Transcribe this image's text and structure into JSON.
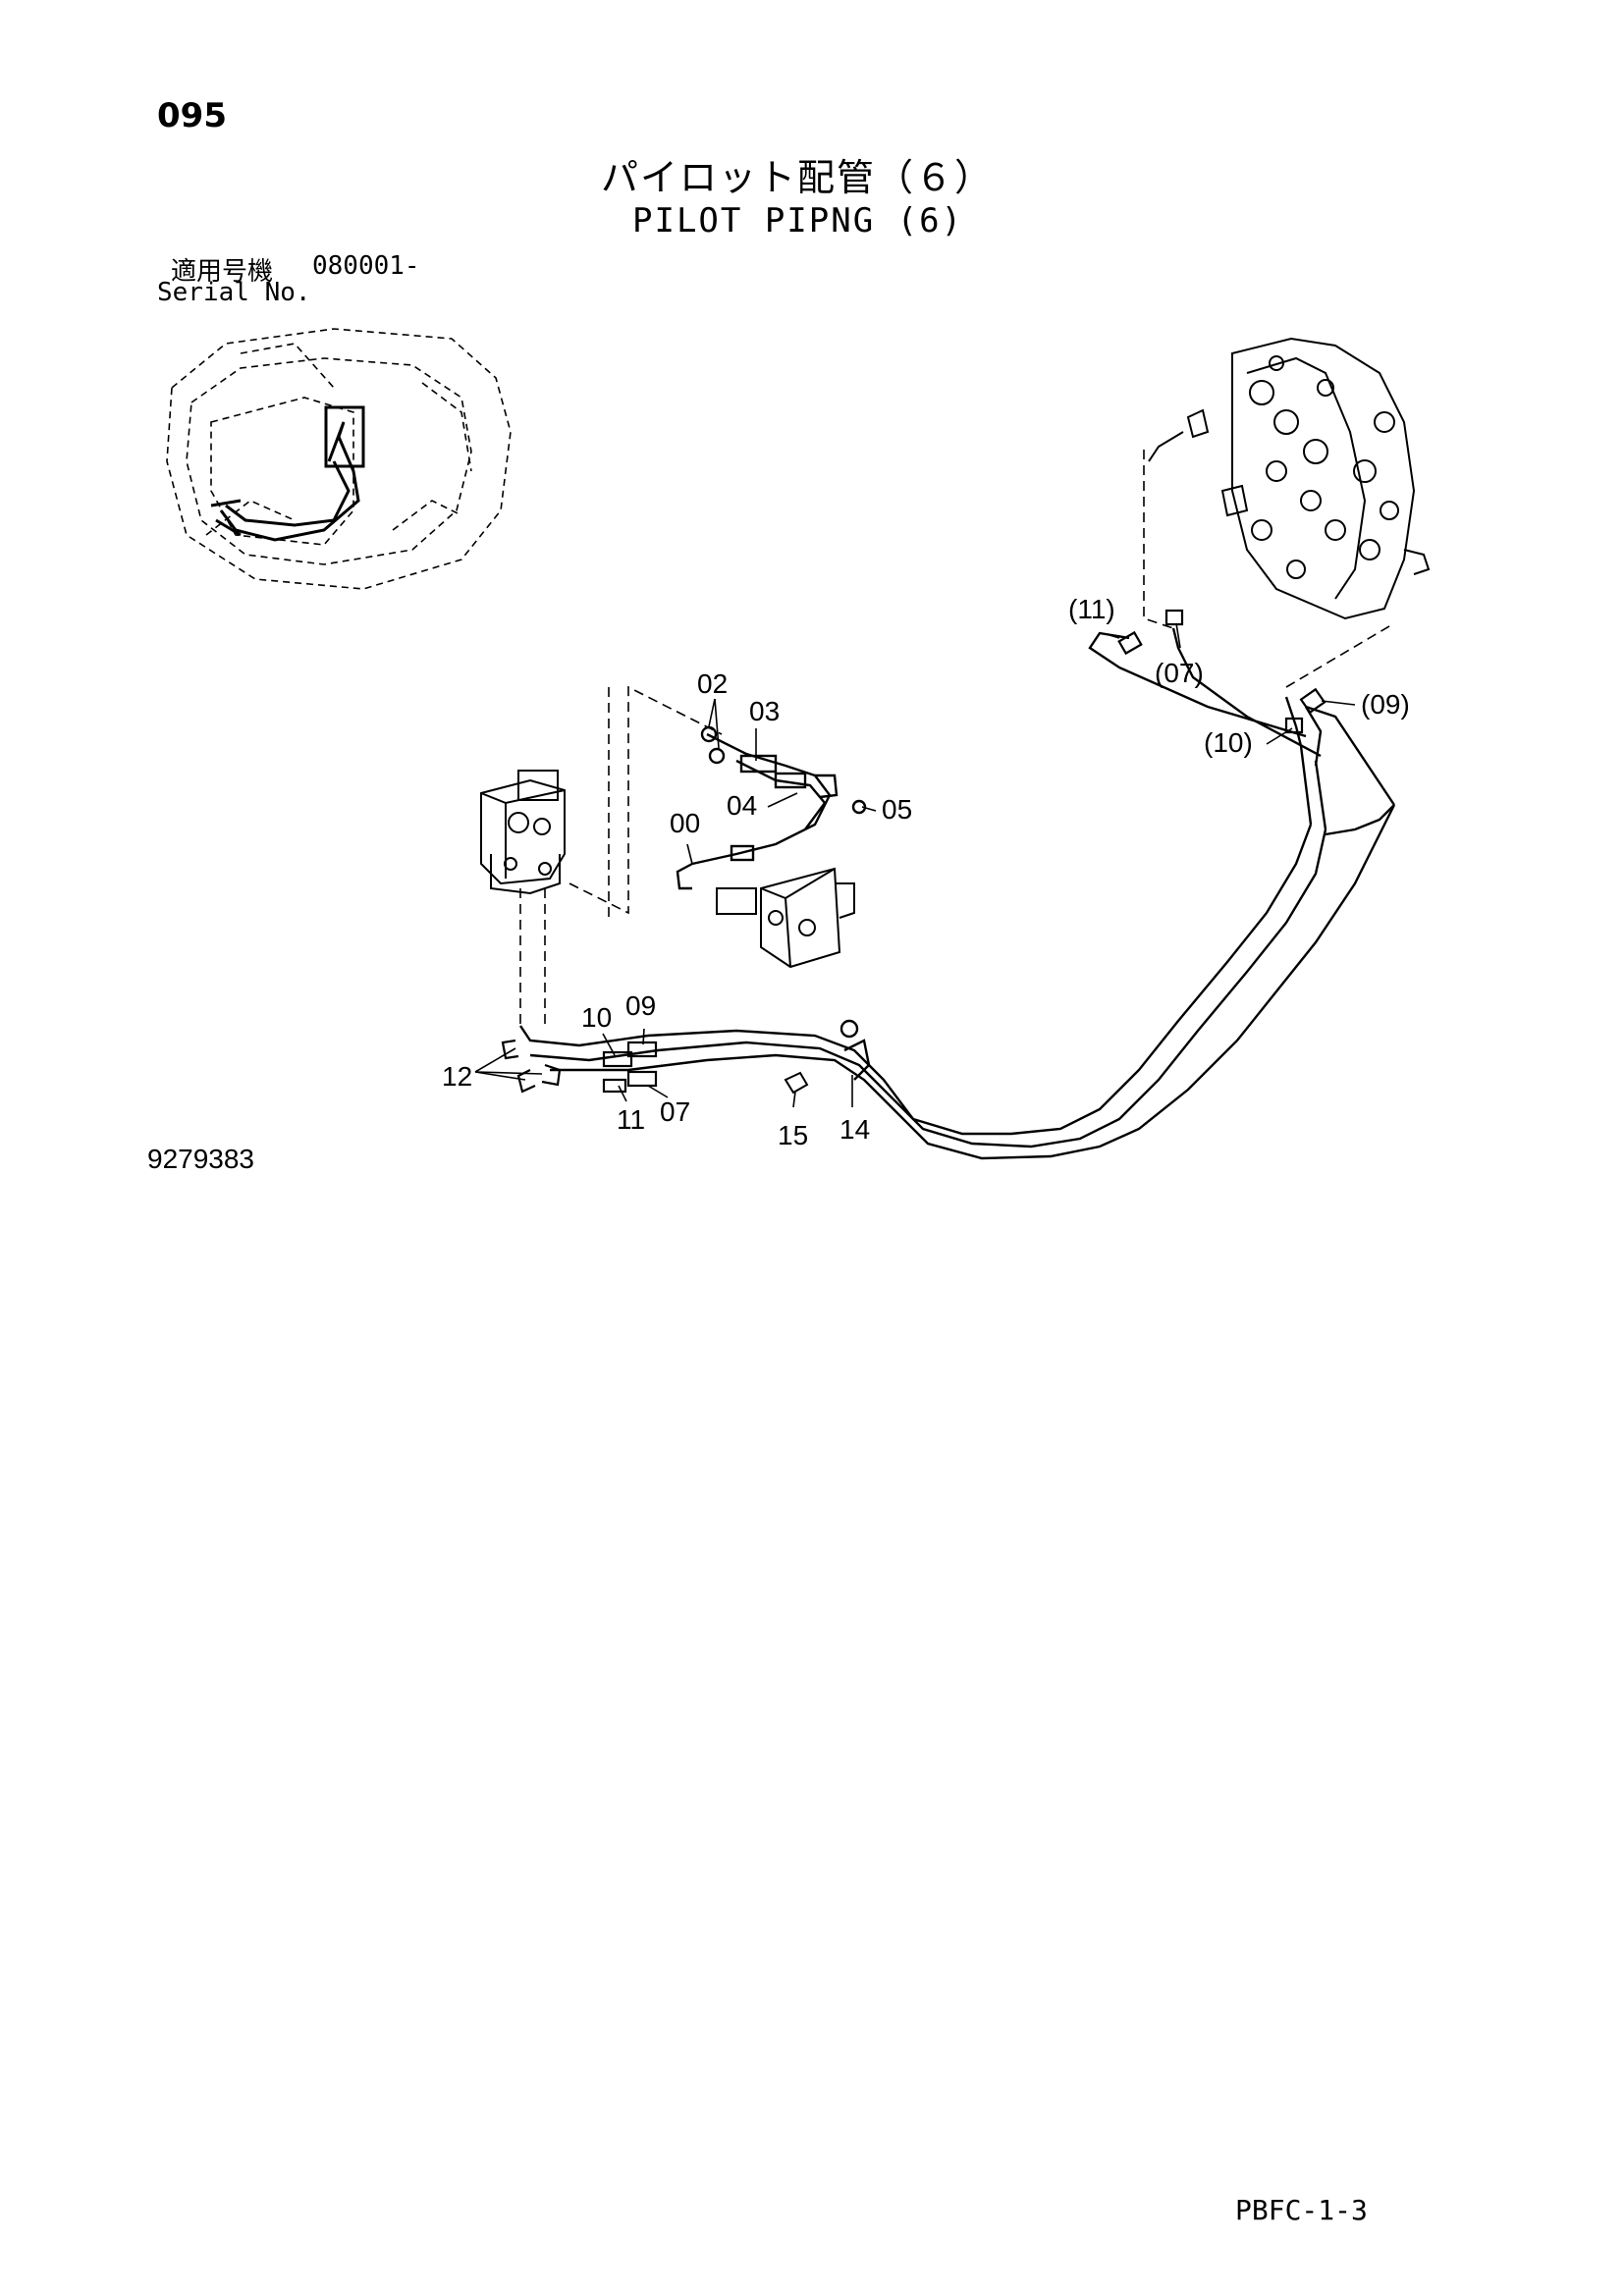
{
  "header": {
    "page_number": "095",
    "title_jp": "パイロット配管（６）",
    "title_en": "PILOT PIPNG (6)",
    "serial_label_jp": "適用号機",
    "serial_value": "080001-",
    "serial_label_en": "Serial No."
  },
  "callouts": {
    "c00": "00",
    "c02": "02",
    "c03": "03",
    "c04": "04",
    "c05": "05",
    "c07": "07",
    "c09": "09",
    "c10": "10",
    "c11": "11",
    "c12": "12",
    "c14": "14",
    "c15": "15",
    "p07": "(07)",
    "p09": "(09)",
    "p10": "(10)",
    "p11": "(11)"
  },
  "footer": {
    "drawing_number": "9279383",
    "page_reference": "PBFC-1-3"
  }
}
